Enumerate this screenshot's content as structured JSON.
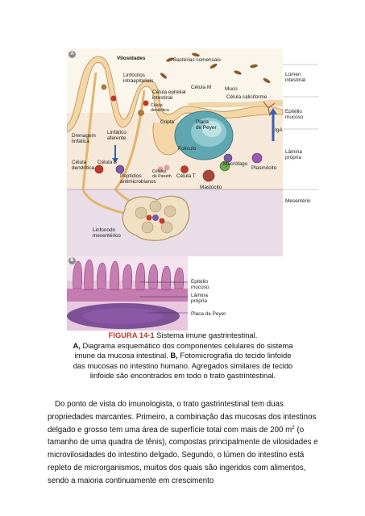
{
  "figure": {
    "panel_a_letter": "A",
    "panel_b_letter": "B",
    "labels_a": {
      "vilosidades": "Vilosidades",
      "bacterias": "Bactérias comensais",
      "linfocitos": "Linfócitos\nintraepiteliais",
      "celula_m": "Célula M",
      "muco": "Muco",
      "lumen": "Lúmen\nintestinal",
      "celula_epitelial": "Célula epitelial\nintestinal",
      "celula_caliciforme": "Célula caliciforme",
      "celula_dendritica_top": "Célula\ndendrítica",
      "cripta": "Cripta",
      "placa_peyer": "Placa\nde Peyer",
      "epitelio_mucoso": "Epitélio\nmucoso",
      "iga": "IgA",
      "drenagem": "Drenagem\nlinfática",
      "linfatico": "Linfático\naferente",
      "foliculo": "Folículo",
      "lamina_propria": "Lâmina\nprópria",
      "celula_dendritica_left": "Célula\ndendrítica",
      "celula_b": "Célula B",
      "macrofago": "Macrófago",
      "plasmocito": "Plasmócito",
      "peptidios": "Peptídios\nantimicrobianos",
      "celulas_paneth": "Células\nde Paneth",
      "celula_t": "Célula T",
      "mastocito": "Mastócito",
      "mesenterio": "Mesentério",
      "linfonodo": "Linfonodo\nmesentérico"
    },
    "labels_b": {
      "epitelio": "Epitélio\nmucoso",
      "lamina": "Lâmina\nprópria",
      "placa": "Placa de Peyer"
    }
  },
  "caption": {
    "figure_number": "FIGURA 14-1",
    "title": "Sistema imune gastrintestinal.",
    "part_a_label": "A,",
    "part_a_text": "Diagrama esquemático dos componentes celulares do sistema imune da mucosa intestinal.",
    "part_b_label": "B,",
    "part_b_text": "Fotomicrografia do tecido linfoide das mucosas no intestino humano. Agregados similares de tecido linfoide são encontrados em todo o trato gastrintestinal."
  },
  "body": {
    "para1_part1": "Do ponto de vista do imunologista, o trato gastrintestinal tem duas propriedades marcantes. Primeiro, a combinação das mucosas dos intestinos delgado e grosso tem uma área de superfície total com mais de 200 m",
    "para1_sup": "2",
    "para1_part2": " (o tamanho de uma quadra de tênis), compostas principalmente de vilosidades e microvilosidades do intestino delgado. Segundo, o lúmen do intestino está repleto de microrganismos, muitos dos quais são ingeridos com alimentos, sendo a maioria continuamente em crescimento"
  }
}
